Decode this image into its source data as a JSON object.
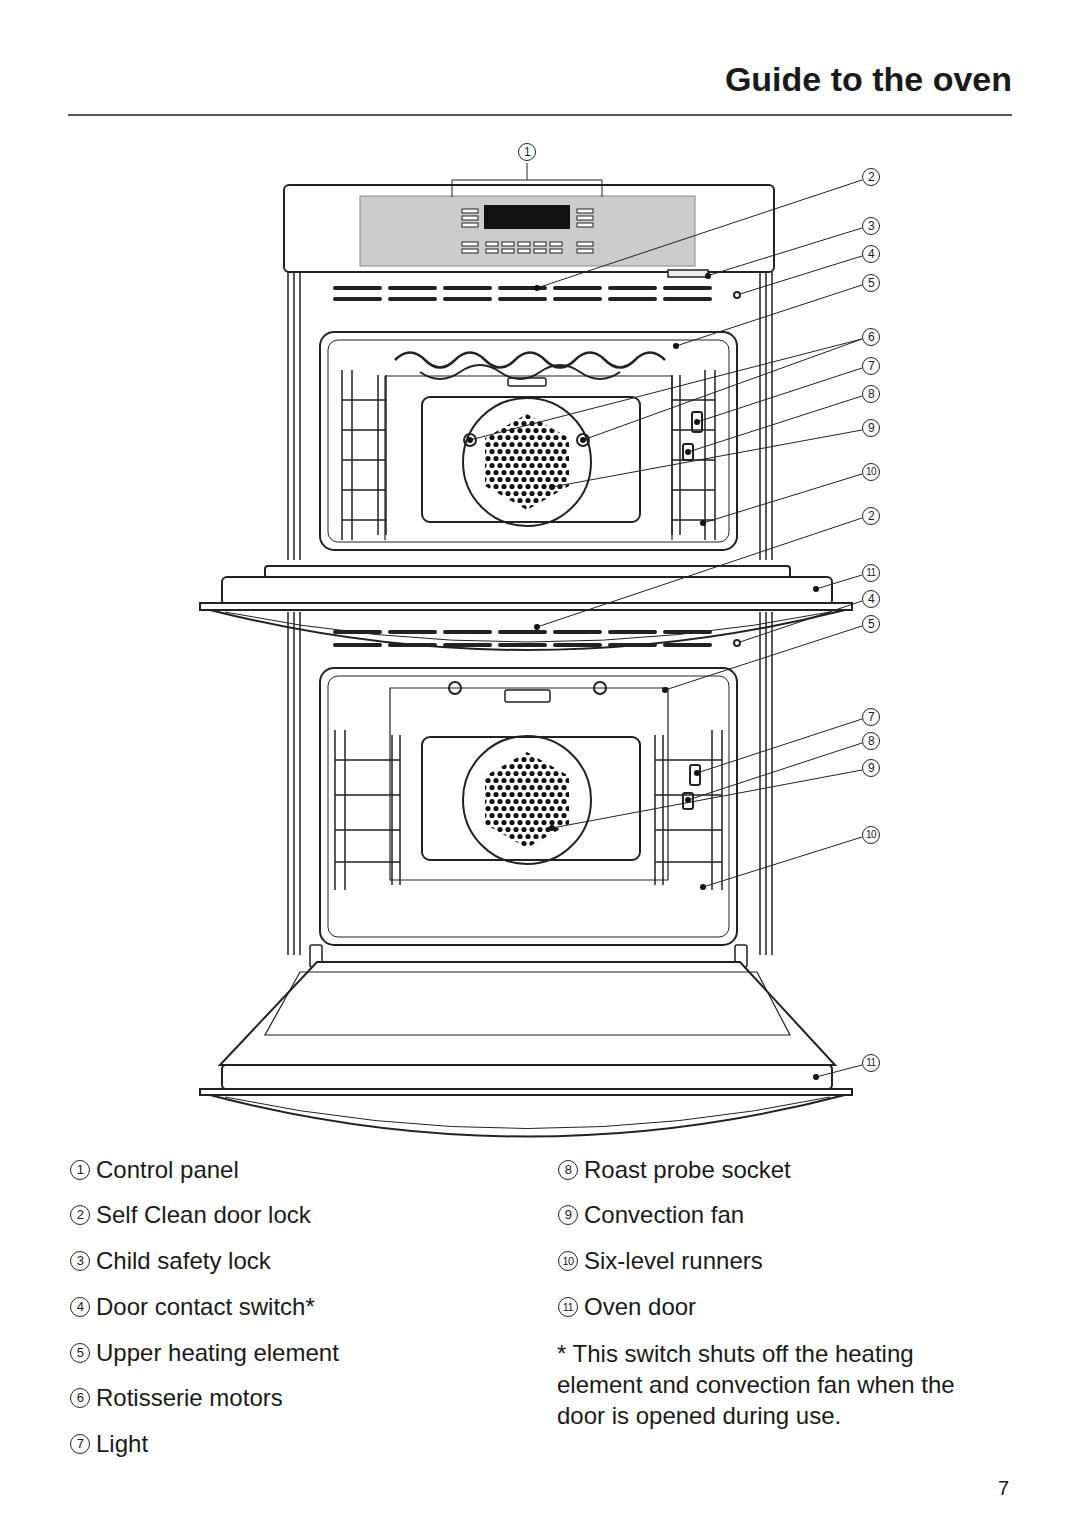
{
  "diagram": {
    "title": "Guide to the oven",
    "labels": [
      "1",
      "2",
      "3",
      "4",
      "5",
      "6",
      "7",
      "8",
      "9",
      "10",
      "2",
      "11",
      "4",
      "5",
      "7",
      "8",
      "9",
      "10",
      "11",
      "1",
      "Control panel",
      "2",
      "Self Clean door lock",
      "3",
      "Child safety lock",
      "4",
      "Door contact switch*",
      "5",
      "Upper heating element",
      "6",
      "Rotisserie motors",
      "7",
      "Light",
      "8",
      "Roast probe socket",
      "9",
      "Convection fan",
      "10",
      "Six-level runners",
      "11",
      "Oven door",
      "* This switch shuts off the heating element and convection fan when the door is opened during use.",
      "7"
    ]
  }
}
